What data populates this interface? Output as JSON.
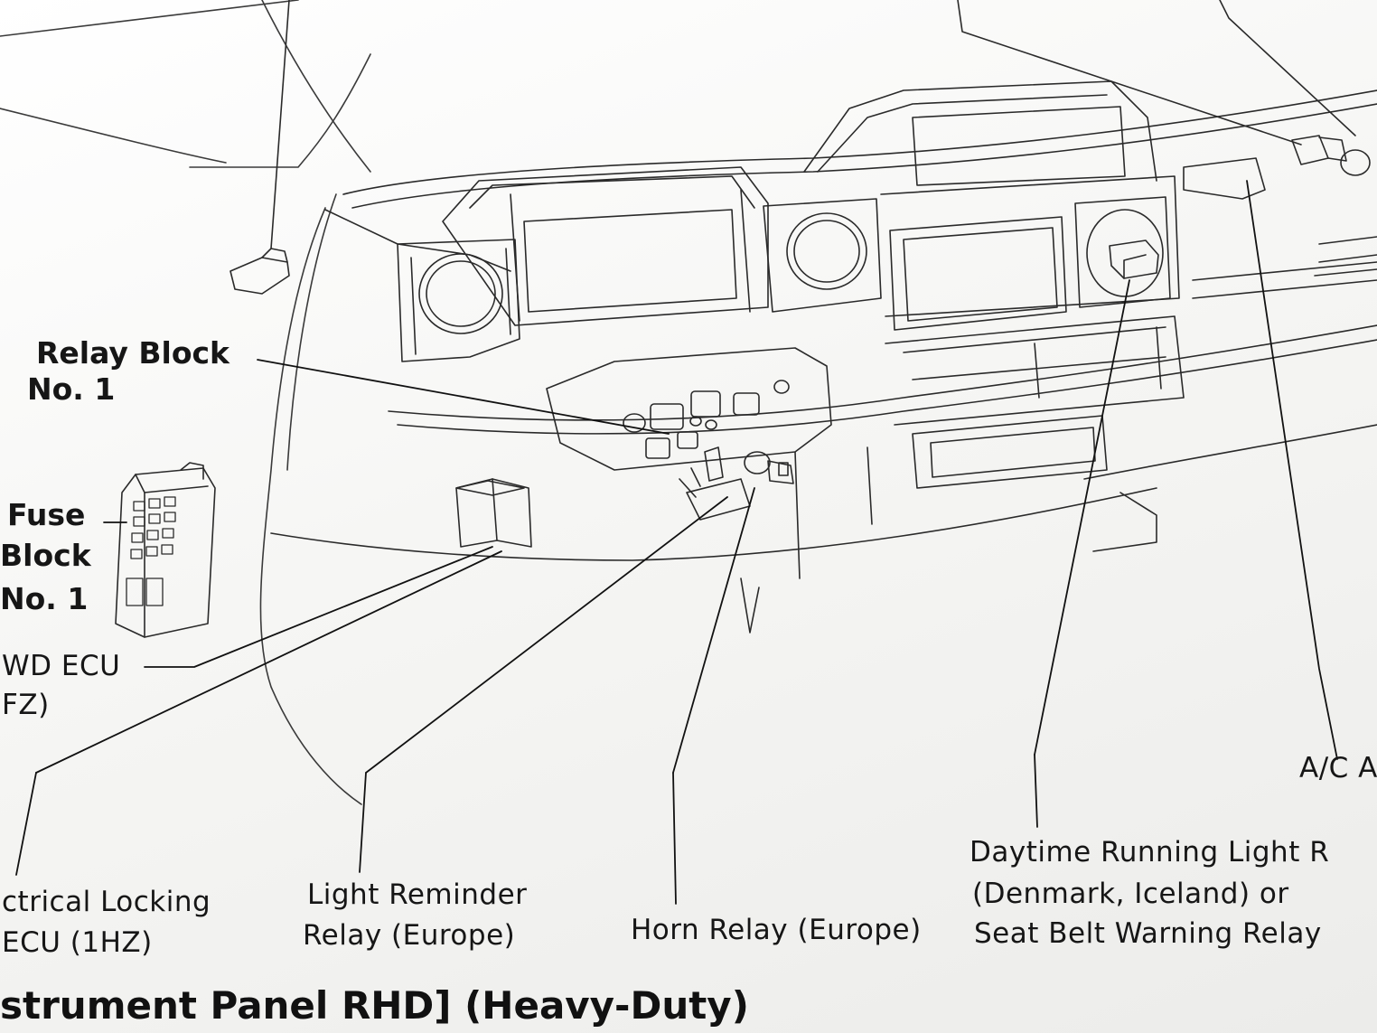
{
  "diagram": {
    "title": "strument Panel RHD] (Heavy-Duty)",
    "labels": {
      "relay_block_1": [
        "Relay Block",
        "No. 1"
      ],
      "fuse_block_1": [
        "Fuse",
        "Block",
        "No. 1"
      ],
      "wd_ecu": [
        "WD ECU",
        "FZ)"
      ],
      "ac": "A/C A",
      "electrical_locking": [
        "ctrical Locking",
        "ECU (1HZ)"
      ],
      "light_reminder": [
        "Light Reminder",
        "Relay (Europe)"
      ],
      "horn_relay": "Horn Relay (Europe)",
      "daytime_running": [
        "Daytime Running Light R",
        "(Denmark, Iceland) or",
        "Seat Belt Warning Relay"
      ]
    }
  }
}
